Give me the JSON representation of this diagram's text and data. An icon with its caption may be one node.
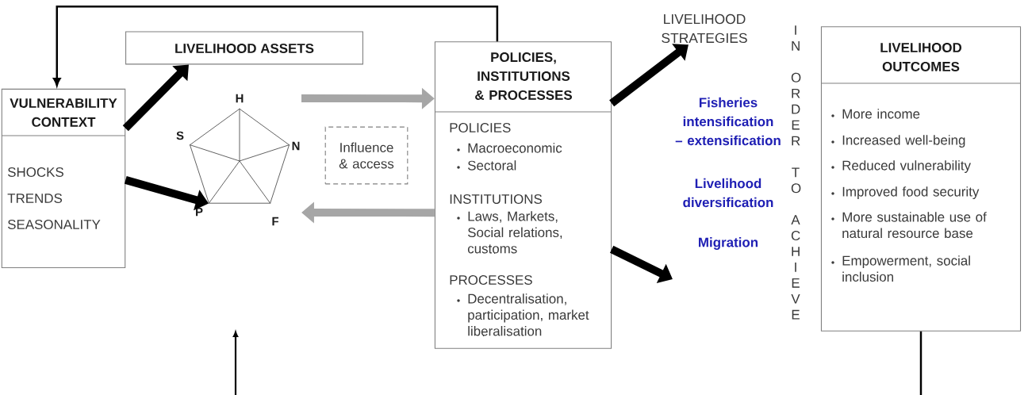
{
  "diagram": {
    "nodes": [
      {
        "text": [
          "VULNERABILITY CONTEXT",
          "SHOCKS",
          "TRENDS",
          "SEASONALITY"
        ]
      },
      {
        "text": [
          "LIVELIHOOD ASSETS"
        ]
      },
      {
        "text": [],
        "shape": "pentagon",
        "beside": [
          "H",
          "S",
          "N",
          "P",
          "F"
        ]
      },
      {
        "text": [
          "Influence & access"
        ]
      },
      {
        "text": [
          "POLICIES, INSTITUTIONS & PROCESSES",
          "POLICIES",
          "Macroeconomic",
          "Sectoral",
          "INSTITUTIONS",
          "Laws,  Markets, Social relations, customs",
          "PROCESSES",
          "Decentralisation, participation, market liberalisation"
        ]
      },
      {
        "text": [
          "LIVELIHOOD STRATEGIES"
        ]
      },
      {
        "text": [
          "LIVELIHOOD OUTCOMES",
          "More income",
          "Increased  well-being",
          "Reduced vulnerability",
          "Improved food security",
          "More sustainable use of natural resource base",
          "Empowerment, social inclusion"
        ]
      }
    ],
    "edges": [
      {
        "from": 4,
        "to": 0,
        "arrow": "to"
      },
      {
        "from": 0,
        "to": 1,
        "arrow": "to"
      },
      {
        "from": 0,
        "to": 2,
        "arrow": "to"
      },
      {
        "from": 2,
        "to": 4,
        "arrow": "to",
        "color": "#a6a6a6"
      },
      {
        "from": 4,
        "to": 2,
        "arrow": "to",
        "color": "#a6a6a6"
      },
      {
        "from": 4,
        "to": 5,
        "arrow": "to"
      },
      {
        "from": 4,
        "to": null,
        "arrow": "to"
      },
      {
        "from": 6,
        "to": null,
        "arrow": "none"
      }
    ],
    "labels": [
      "Fisheries intensification – extensification",
      "Livelihood diversification",
      "Migration",
      "IN ORDER TO ACHIEVE"
    ]
  }
}
